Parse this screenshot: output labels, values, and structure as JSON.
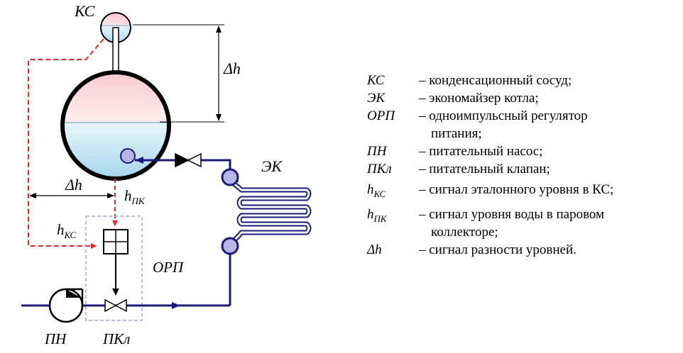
{
  "labels": {
    "ks": "КС",
    "dh_vertical": "Δh",
    "dh_horizontal": "Δh",
    "ek": "ЭК",
    "orp": "ОРП",
    "pn": "ПН",
    "pkl": "ПКл",
    "h_pk_main": "h",
    "h_pk_sub": "ПК",
    "h_ks_main": "h",
    "h_ks_sub": "КС"
  },
  "legend": [
    {
      "sym": "КС",
      "sub": "",
      "desc": "– конденсационный сосуд;"
    },
    {
      "sym": "ЭК",
      "sub": "",
      "desc": "– экономайзер котла;"
    },
    {
      "sym": "ОРП",
      "sub": "",
      "desc": "– одноимпульсный регулятор",
      "desc2": "питания;"
    },
    {
      "sym": "ПН",
      "sub": "",
      "desc": "– питательный насос;"
    },
    {
      "sym": "ПКл",
      "sub": "",
      "desc": "– питательный клапан;"
    },
    {
      "sym": "h",
      "sub": "КС",
      "desc": "– сигнал эталонного уровня в КС;"
    },
    {
      "sym": "h",
      "sub": "ПК",
      "desc": "– сигнал уровня воды в паровом",
      "desc2": "коллекторе;"
    },
    {
      "sym": "Δh",
      "sub": "",
      "desc": "– сигнал разности уровней."
    }
  ],
  "colors": {
    "signal_red": "#e0262b",
    "pipe_navy": "#1a1a7a",
    "node_fill": "#b8b4e4",
    "drum_top": "#f7c8cf",
    "drum_bottom": "#b3dcef",
    "dash_box": "#9aa8cc"
  }
}
